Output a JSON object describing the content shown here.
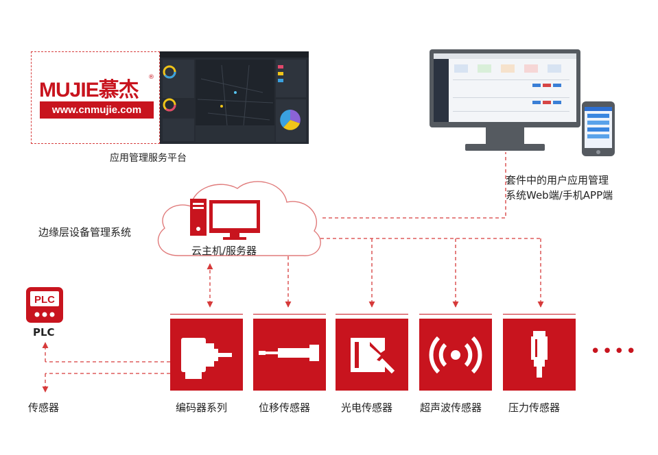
{
  "platform": {
    "logo_text": "MUJIE慕杰",
    "logo_reg": "®",
    "logo_url": "www.cnmujie.com",
    "caption": "应用管理服务平台"
  },
  "user_apps": {
    "caption_line1": "套件中的用户应用管理",
    "caption_line2": "系统Web端/手机APP端"
  },
  "edge": {
    "label": "边缘层设备管理系统",
    "server_label": "云主机/服务器"
  },
  "plc": {
    "icon_text": "PLC",
    "label": "PLC"
  },
  "sensor_left": {
    "label": "传感器"
  },
  "devices": [
    {
      "label": "编码器系列",
      "icon": "encoder-icon"
    },
    {
      "label": "位移传感器",
      "icon": "displacement-sensor-icon"
    },
    {
      "label": "光电传感器",
      "icon": "photoelectric-sensor-icon"
    },
    {
      "label": "超声波传感器",
      "icon": "ultrasonic-sensor-icon"
    },
    {
      "label": "压力传感器",
      "icon": "pressure-sensor-icon"
    }
  ],
  "more": "••••",
  "colors": {
    "brand_red": "#c8141e",
    "dashboard_bg": "#262b33",
    "monitor_frame": "#555a60"
  }
}
